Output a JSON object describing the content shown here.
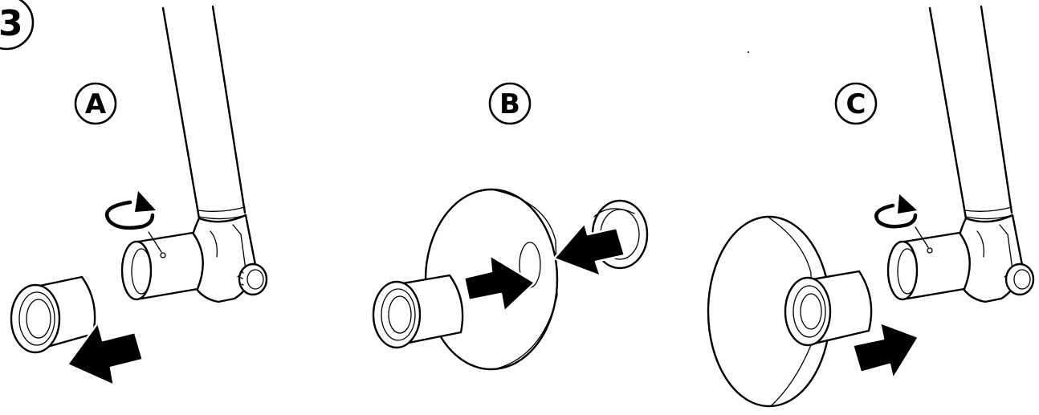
{
  "step_label": "3",
  "panels": [
    {
      "label": "A",
      "action": "remove",
      "rotation": "clockwise"
    },
    {
      "label": "B",
      "action": "assemble"
    },
    {
      "label": "C",
      "action": "attach",
      "rotation": "clockwise"
    }
  ]
}
